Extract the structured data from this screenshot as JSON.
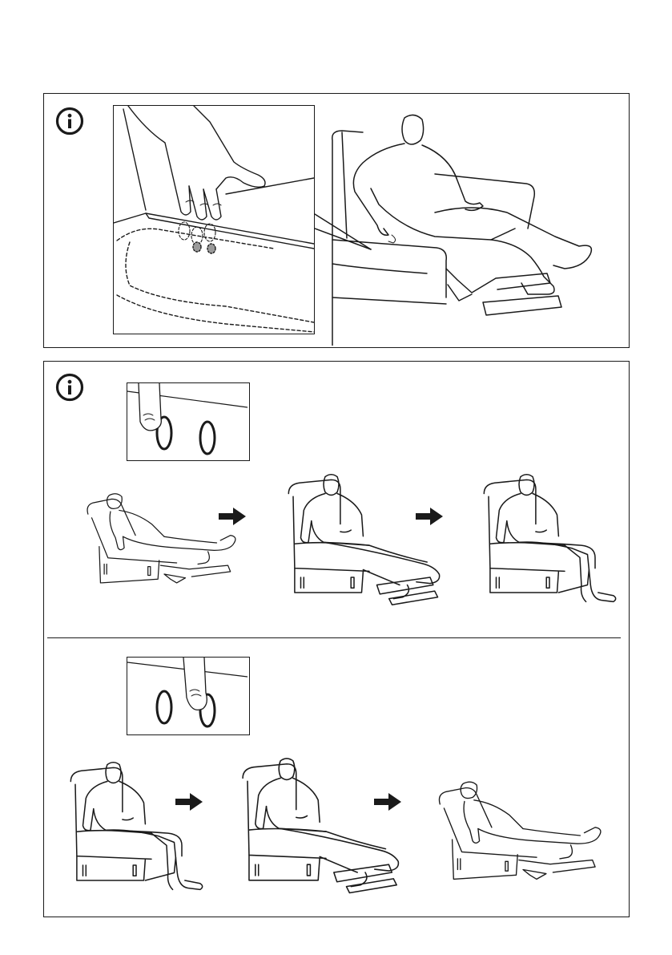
{
  "document": {
    "type": "assembly-instruction-page",
    "language": "none",
    "text_content": []
  },
  "panels": [
    {
      "id": "panel-1",
      "info_icon": "info-circle-icon",
      "illustrations": [
        "hand-pressing-seat-button-closeup",
        "man-reclining-in-sofa-section"
      ]
    },
    {
      "id": "panel-2",
      "info_icon": "info-circle-icon",
      "sections": [
        {
          "button_inset": "finger-pressing-left-button",
          "sequence": [
            "chair-fully-reclined",
            "chair-footrest-raised",
            "chair-upright"
          ],
          "arrow_icon": "arrow-right-icon"
        },
        {
          "button_inset": "finger-pressing-right-button",
          "sequence": [
            "chair-upright",
            "chair-footrest-raised",
            "chair-fully-reclined"
          ],
          "arrow_icon": "arrow-right-icon"
        }
      ]
    }
  ],
  "colors": {
    "line": "#1a1a1a",
    "background": "#ffffff",
    "button_fill": "#9a9a9a"
  }
}
